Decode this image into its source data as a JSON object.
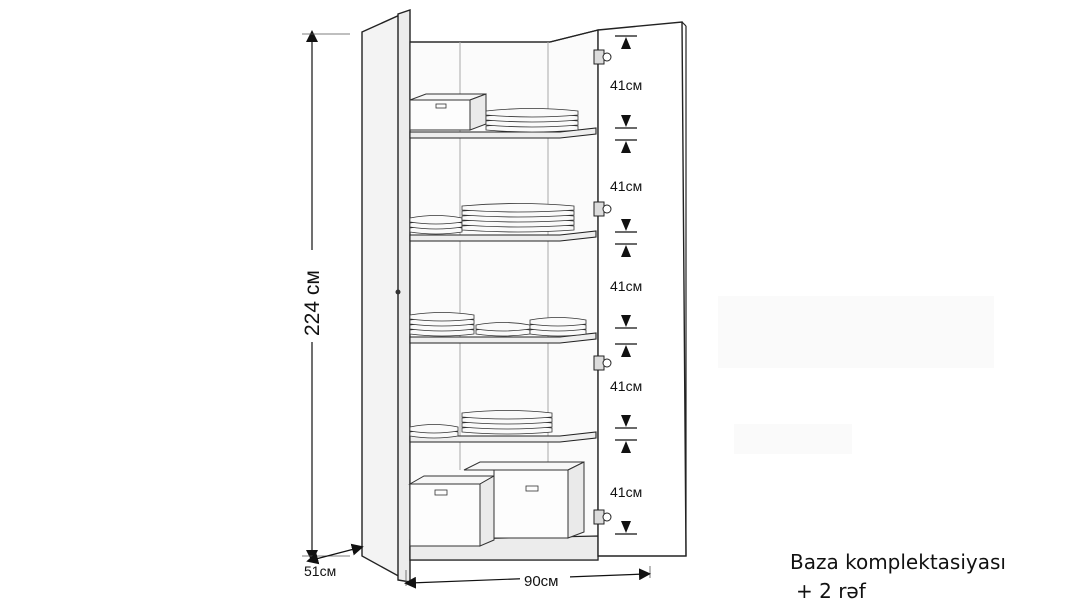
{
  "dimensions": {
    "height": "224 см",
    "depth": "51см",
    "width": "90см",
    "shelf_gaps": [
      "41см",
      "41см",
      "41см",
      "41см",
      "41см"
    ]
  },
  "caption": {
    "line1": "Baza komplektasiyası",
    "line2": "+ 2 rəf"
  },
  "colors": {
    "line": "#1a1a1a",
    "panel": "#f4f4f4",
    "inner": "#fbfbfb",
    "shadow": "#d9d9d9"
  }
}
